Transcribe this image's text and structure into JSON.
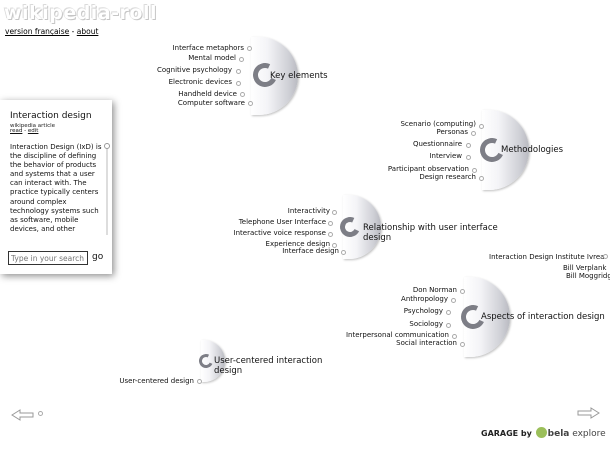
{
  "app": {
    "logo": "wikipedia-roll",
    "link_french": "version française",
    "link_sep": " - ",
    "link_about": "about"
  },
  "article": {
    "title": "Interaction design",
    "subtitle": "wikipedia article",
    "link_read": "read",
    "link_sep": " - ",
    "link_edit": "edit",
    "body": "Interaction Design (IxD) is the discipline of defining the behavior of products and systems that a user can interact with. The practice typically centers around complex technology systems such as software, mobile devices, and other"
  },
  "search": {
    "placeholder": "Type in your search",
    "go_label": "go"
  },
  "hubs": {
    "key_elements": {
      "label": "Key elements",
      "leaves": [
        "Interface metaphors",
        "Mental model",
        "Cognitive psychology",
        "Electronic devices",
        "Handheld device",
        "Computer software"
      ]
    },
    "methodologies": {
      "label": "Methodologies",
      "leaves": [
        "Scenario (computing)",
        "Personas",
        "Questionnaire",
        "Interview",
        "Participant observation",
        "Design research"
      ]
    },
    "relationship": {
      "label": "Relationship with user interface design",
      "leaves": [
        "Interactivity",
        "Telephone User Interface",
        "Interactive voice response",
        "Experience design",
        "Interface design"
      ]
    },
    "aspects": {
      "label": "Aspects of interaction design",
      "leaves": [
        "Don Norman",
        "Anthropology",
        "Psychology",
        "Sociology",
        "Interpersonal communication",
        "Social interaction"
      ]
    },
    "ucd": {
      "label": "User-centered interaction design",
      "leaves": [
        "User-centered design"
      ]
    }
  },
  "extra_links": [
    "Interaction Design Institute Ivrea",
    "Bill Verplank",
    "Bill Moggridge"
  ],
  "footer": {
    "garage": "GARAGE by",
    "brand": "bela",
    "brand2": "explore"
  },
  "icons": {
    "prev": "arrow-left-icon",
    "next": "arrow-right-icon"
  }
}
